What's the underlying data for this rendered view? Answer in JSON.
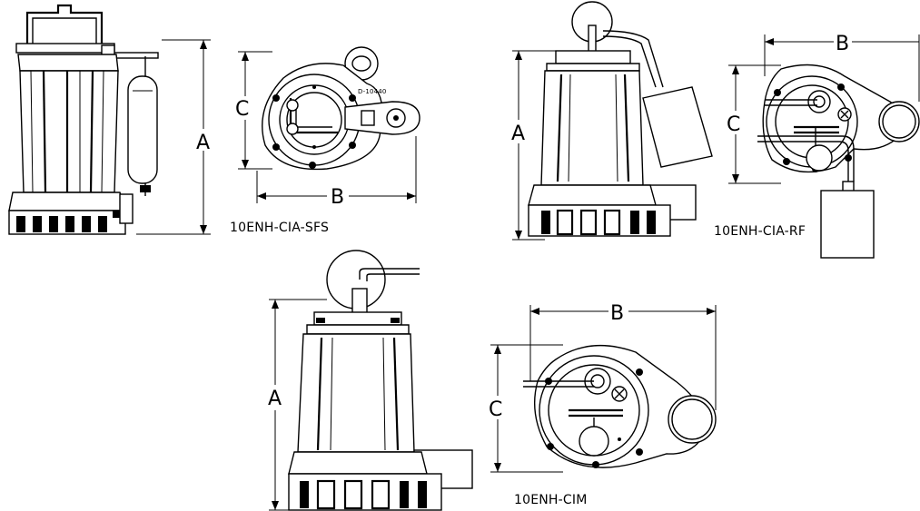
{
  "models": [
    {
      "id": "sfs",
      "name": "10ENH-CIA-SFS"
    },
    {
      "id": "rf",
      "name": "10ENH-CIA-RF"
    },
    {
      "id": "cim",
      "name": "10ENH-CIM"
    }
  ],
  "dimension_labels": {
    "a": "A",
    "b": "B",
    "c": "C"
  },
  "part_marking": "D-10440"
}
